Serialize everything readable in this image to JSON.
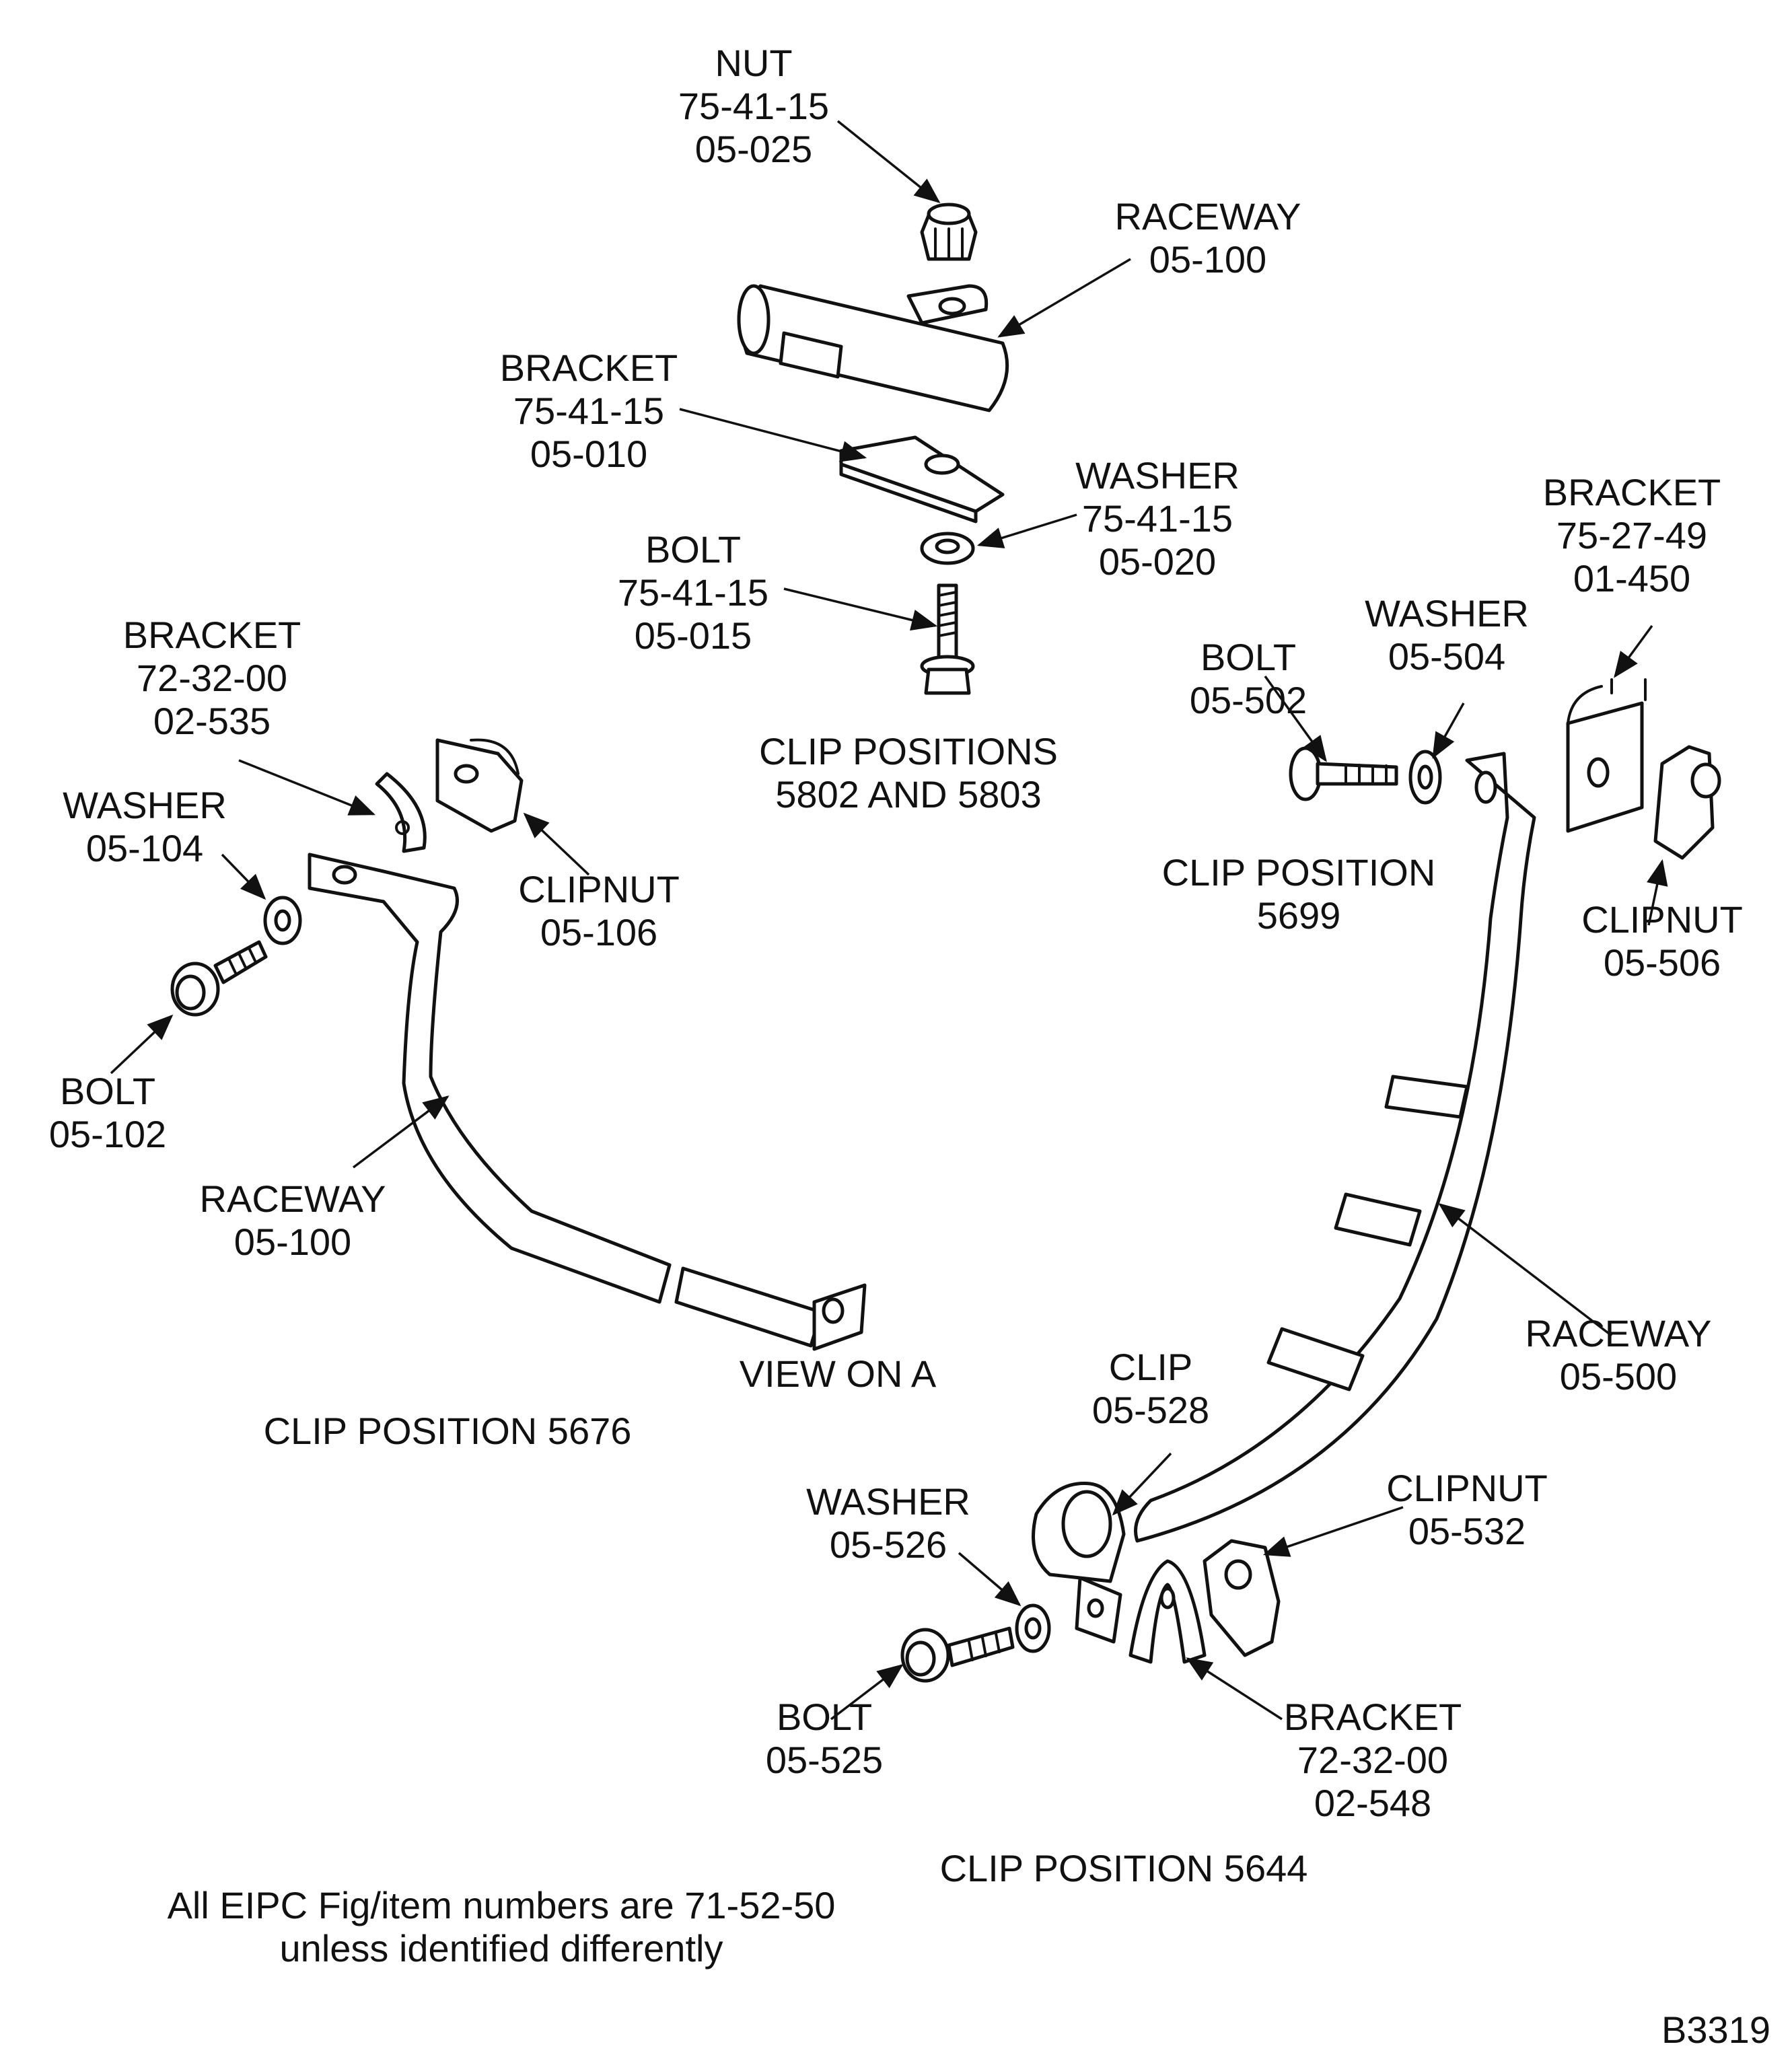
{
  "labels": {
    "nut_top": [
      "NUT",
      "75-41-15",
      "05-025"
    ],
    "raceway_top": [
      "RACEWAY",
      "05-100"
    ],
    "bracket_top": [
      "BRACKET",
      "75-41-15",
      "05-010"
    ],
    "washer_top": [
      "WASHER",
      "75-41-15",
      "05-020"
    ],
    "bolt_top": [
      "BOLT",
      "75-41-15",
      "05-015"
    ],
    "clip_positions_5802": [
      "CLIP POSITIONS",
      "5802 AND 5803"
    ],
    "bracket_left": [
      "BRACKET",
      "72-32-00",
      "02-535"
    ],
    "washer_left": [
      "WASHER",
      "05-104"
    ],
    "clipnut_left": [
      "CLIPNUT",
      "05-106"
    ],
    "bolt_left": [
      "BOLT",
      "05-102"
    ],
    "raceway_left": [
      "RACEWAY",
      "05-100"
    ],
    "view_on_a": [
      "VIEW ON A"
    ],
    "clip_position_5676": [
      "CLIP POSITION 5676"
    ],
    "bracket_right": [
      "BRACKET",
      "75-27-49",
      "01-450"
    ],
    "washer_right": [
      "WASHER",
      "05-504"
    ],
    "bolt_right": [
      "BOLT",
      "05-502"
    ],
    "clip_position_5699": [
      "CLIP POSITION",
      "5699"
    ],
    "clipnut_right": [
      "CLIPNUT",
      "05-506"
    ],
    "raceway_right": [
      "RACEWAY",
      "05-500"
    ],
    "clip_bottom": [
      "CLIP",
      "05-528"
    ],
    "washer_bottom": [
      "WASHER",
      "05-526"
    ],
    "clipnut_bottom": [
      "CLIPNUT",
      "05-532"
    ],
    "bolt_bottom": [
      "BOLT",
      "05-525"
    ],
    "bracket_bottom": [
      "BRACKET",
      "72-32-00",
      "02-548"
    ],
    "clip_position_5644": [
      "CLIP POSITION 5644"
    ],
    "footnote": [
      "All EIPC Fig/item numbers are 71-52-50",
      "unless identified differently"
    ],
    "figure_id": [
      "B3319"
    ]
  }
}
